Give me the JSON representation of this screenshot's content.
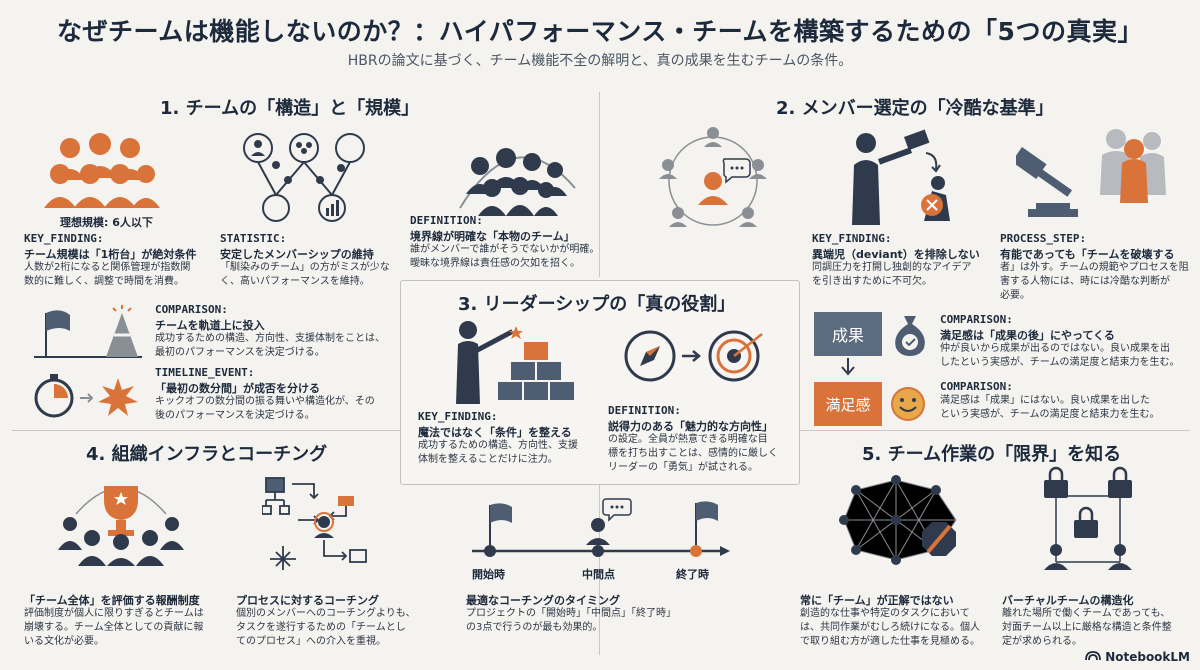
{
  "header": {
    "title": "なぜチームは機能しないのか？：ハイパフォーマンス・チームを構築するための「5つの真実」",
    "subtitle": "HBRの論文に基づく、チーム機能不全の解明と、真の成果を生むチームの条件。"
  },
  "colors": {
    "accent": "#d9733a",
    "navy": "#2f3b4d",
    "gray": "#8a8f96",
    "background": "#f4f3ef"
  },
  "section1": {
    "title": "1. チームの「構造」と「規模」",
    "ideal_size": "理想規模: 6人以下",
    "key_finding": {
      "tag": "KEY_FINDING:",
      "head": "チーム規模は「1桁台」が絶対条件",
      "l1": "人数が2桁になると関係管理が指数関",
      "l2": "数的に難しく、調整で時間を消費。"
    },
    "statistic": {
      "tag": "STATISTIC:",
      "head": "安定したメンバーシップの維持",
      "l1": "「馴染みのチーム」の方がミスが少な",
      "l2": "く、高いパフォーマンスを維持。"
    },
    "definition": {
      "tag": "DEFINITION:",
      "head": "境界線が明確な「本物のチーム」",
      "l1": "誰がメンバーで誰がそうでないかが明確。",
      "l2": "曖昧な境界線は責任感の欠如を招く。"
    },
    "comparison": {
      "tag": "COMPARISON:",
      "head": "チームを軌道上に投入",
      "l1": "成功するための構造、方向性、支援体制をことは、",
      "l2": "最初のパフォーマンスを決定づける。"
    },
    "timeline": {
      "tag": "TIMELINE_EVENT:",
      "head": "「最初の数分間」が成否を分ける",
      "l1": "キックオフの数分間の振る舞いや構造化が、その",
      "l2": "後のパフォーマンスを決定づける。"
    }
  },
  "section2": {
    "title": "2. メンバー選定の「冷酷な基準」",
    "key_finding": {
      "tag": "KEY_FINDING:",
      "head": "異端児（deviant）を排除しない",
      "l1": "同調圧力を打開し独創的なアイデア",
      "l2": "を引き出すために不可欠。"
    },
    "process_step": {
      "tag": "PROCESS_STEP:",
      "l1": "有能であっても「チームを破壊する",
      "l2": "者」は外す。チームの規範やプロセスを阻",
      "l3": "害する人物には、時には冷酷な判断が",
      "l4": "必要。"
    },
    "comparison1": {
      "tag": "COMPARISON:",
      "head": "満足感は「成果の後」にやってくる",
      "l1": "仲が良いから成果が出るのではない。良い成果を出",
      "l2": "したという実感が、チームの満足度と結束力を生む。"
    },
    "comparison2": {
      "tag": "COMPARISON:",
      "l1": "満足感は「成果」にはない。良い成果を出した",
      "l2": "という実感が、チームの満足度と結束力を生む。"
    },
    "box_result": "成果",
    "box_satisfaction": "満足感"
  },
  "section3": {
    "title": "3. リーダーシップの「真の役割」",
    "key_finding": {
      "tag": "KEY_FINDING:",
      "head": "魔法ではなく「条件」を整える",
      "l1": "成功するための構造、方向性、支援",
      "l2": "体制を整えることだけに注力。"
    },
    "definition": {
      "tag": "DEFINITION:",
      "l1": "説得力のある「魅力的な方向性」",
      "l2": "の設定。全員が熱意できる明確な目",
      "l3": "標を打ち出すことは、感情的に厳しく",
      "l4": "リーダーの「勇気」が試される。"
    }
  },
  "section4": {
    "title": "4. 組織インフラとコーチング",
    "reward": {
      "head": "「チーム全体」を評価する報酬制度",
      "l1": "評価制度が個人に限りすぎるとチームは",
      "l2": "崩壊する。チーム全体としての貢献に報",
      "l3": "いる文化が必要。"
    },
    "coaching": {
      "head": "プロセスに対するコーチング",
      "l1": "個別のメンバーへのコーチングよりも、",
      "l2": "タスクを遂行するための「チームとし",
      "l3": "てのプロセス」への介入を重視。"
    },
    "timing": {
      "head": "最適なコーチングのタイミング",
      "l1": "プロジェクトの「開始時」「中間点」「終了時」",
      "l2": "の3点で行うのが最も効果的。"
    },
    "timeline_labels": [
      "開始時",
      "中間点",
      "終了時"
    ]
  },
  "section5": {
    "title": "5. チーム作業の「限界」を知る",
    "limit": {
      "head": "常に「チーム」が正解ではない",
      "l1": "創造的な仕事や特定のタスクにおいて",
      "l2": "は、共同作業がむしろ続けになる。個人",
      "l3": "で取り組む方が適した仕事を見極める。"
    },
    "virtual": {
      "head": "バーチャルチームの構造化",
      "l1": "離れた場所で働くチームであっても、",
      "l2": "対面チーム以上に厳格な構造と条件整",
      "l3": "定が求められる。"
    }
  },
  "footer": {
    "logo_text": "NotebookLM",
    "logo_icon": "notebooklm-logo-icon"
  }
}
